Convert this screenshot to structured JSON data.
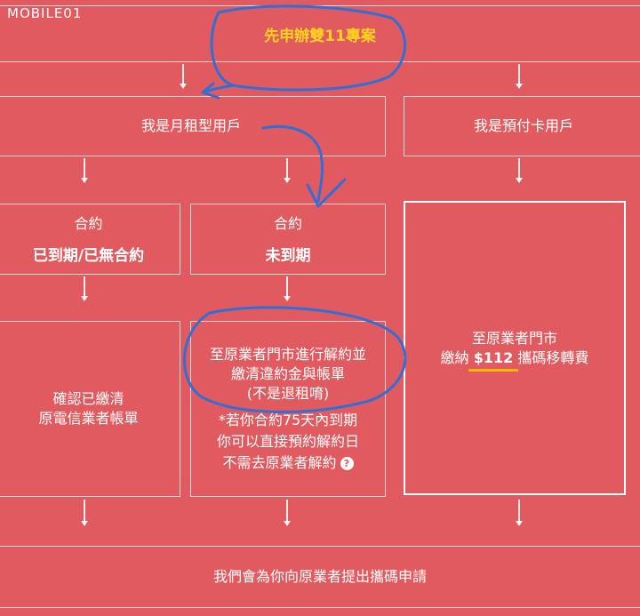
{
  "logo": {
    "text": "MOBILE01"
  },
  "top": {
    "label": "先申辦雙11專案"
  },
  "monthly": {
    "label": "我是月租型用戶"
  },
  "prepaid": {
    "label": "我是預付卡用戶"
  },
  "expired": {
    "line1": "合約",
    "line2": "已到期/已無合約"
  },
  "not_expired": {
    "line1": "合約",
    "line2": "未到期"
  },
  "confirm": {
    "line1": "確認已繳清",
    "line2": "原電信業者帳單"
  },
  "terminate": {
    "line1": "至原業者門市進行解約並",
    "line2": "繳清違約金與帳單",
    "line3": "(不是退租唷)",
    "note1": "*若你合約75天內到期",
    "note2": "你可以直接預約解約日",
    "note3": "不需去原業者解約",
    "help": "?"
  },
  "prepaid_step": {
    "line1": "至原業者門市",
    "pre": "繳納 ",
    "price": "$112",
    "post": " 攜碼移轉費"
  },
  "final": {
    "label": "我們會為你向原業者提出攜碼申請"
  },
  "colors": {
    "background": "#e05a5f",
    "highlight": "#ffd21e",
    "annotation": "#2f6fd6"
  }
}
